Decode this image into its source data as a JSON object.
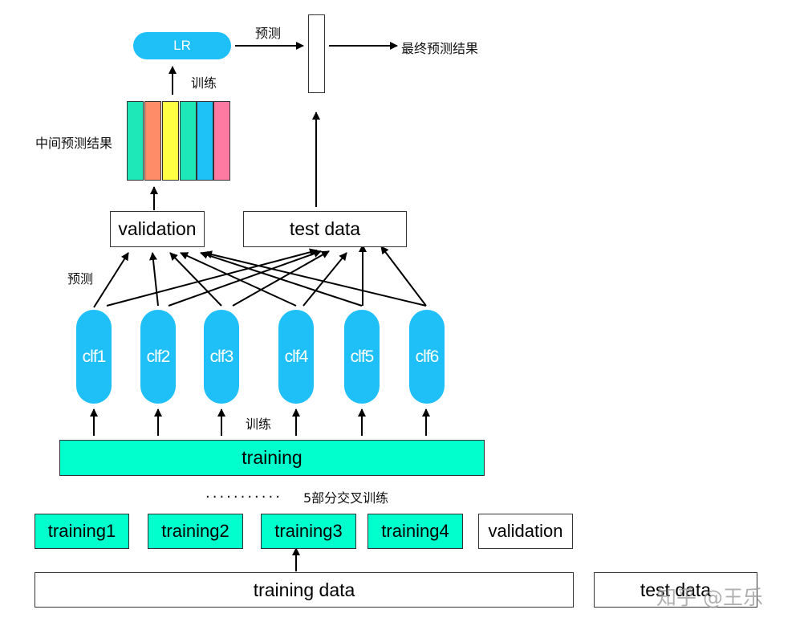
{
  "boxes": {
    "training1": "training1",
    "training2": "training2",
    "training3": "training3",
    "training4": "training4",
    "validation_fold": "validation",
    "training": "training",
    "validation": "validation",
    "test_data": "test data",
    "training_data": "training data",
    "test_data_bottom": "test data"
  },
  "classifiers": [
    "clf1",
    "clf2",
    "clf3",
    "clf4",
    "clf5",
    "clf6"
  ],
  "model": "LR",
  "labels": {
    "cv_dots": "...........",
    "cv_text": "5部分交叉训练",
    "train_1": "训练",
    "predict_1": "预测",
    "intermediate": "中间预测结果",
    "train_2": "训练",
    "predict_2": "预测",
    "final": "最终预测结果"
  },
  "strip_colors": [
    "#1ee8b8",
    "#ff8c69",
    "#ffff44",
    "#1ee8b8",
    "#1ec2f7",
    "#ff7aa2"
  ],
  "colors": {
    "teal": "#00ffcc",
    "pill": "#1fc0f7"
  },
  "watermark": "知乎 @王乐"
}
